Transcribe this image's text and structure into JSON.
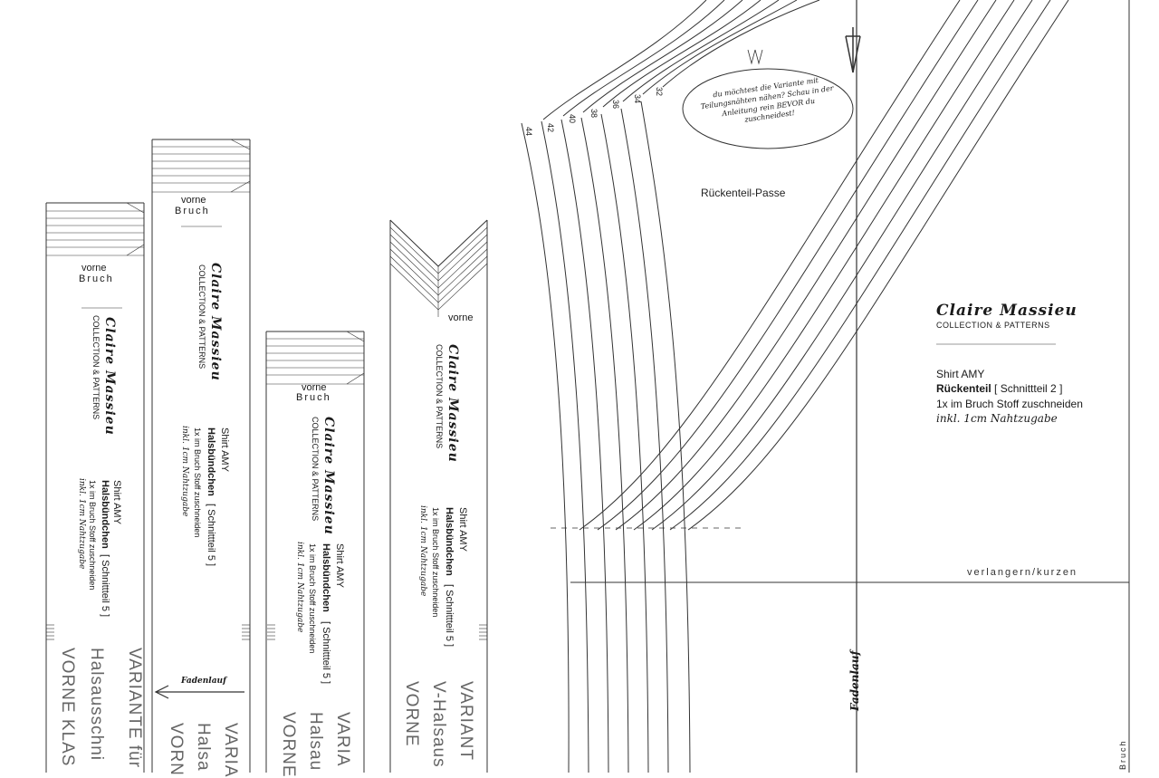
{
  "sizes": [
    "44",
    "42",
    "40",
    "38",
    "36",
    "34",
    "32"
  ],
  "brand": {
    "name": "Claire Massieu",
    "sub": "COLLECTION & PATTERNS"
  },
  "common": {
    "vorne": "vorne",
    "bruch": "Bruch",
    "shirt": "Shirt AMY",
    "halsbund_name": "Halsbündchen",
    "halsbund_part": "[ Schnittteil 5 ]",
    "cut_bruch": "1x im Bruch Stoff zuschneiden",
    "seam": "inkl. 1cm Nahtzugabe",
    "fadenlauf": "Fadenlauf"
  },
  "strips": {
    "s1": {
      "variant": "VARIANTE für",
      "neck": "Halsausschni",
      "front": "VORNE KLAS"
    },
    "s2": {
      "variant": "VARIA",
      "neck": "Halsa",
      "front": "VORN"
    },
    "s3": {
      "variant": "VARIA",
      "neck": "Halsau",
      "front": "VORNE"
    },
    "s4": {
      "variant": "VARIANT",
      "neck": "V-Halsaus",
      "front": "VORNE"
    }
  },
  "back": {
    "note": "du möchtest die Variante mit Teilungsnähten nähen? Schau in der Anleitung rein BEVOR du zuschneidest!",
    "passe": "Rückenteil-Passe",
    "shirt": "Shirt AMY",
    "part_name": "Rückenteil",
    "part_num": "[ Schnittteil 2 ]",
    "cut": "1x im Bruch Stoff zuschneiden",
    "seam": "inkl. 1cm Nahtzugabe",
    "lengthen": "verlangern/kurzen",
    "bruch": "Bruch",
    "fadenlauf": "Fadenlauf"
  }
}
